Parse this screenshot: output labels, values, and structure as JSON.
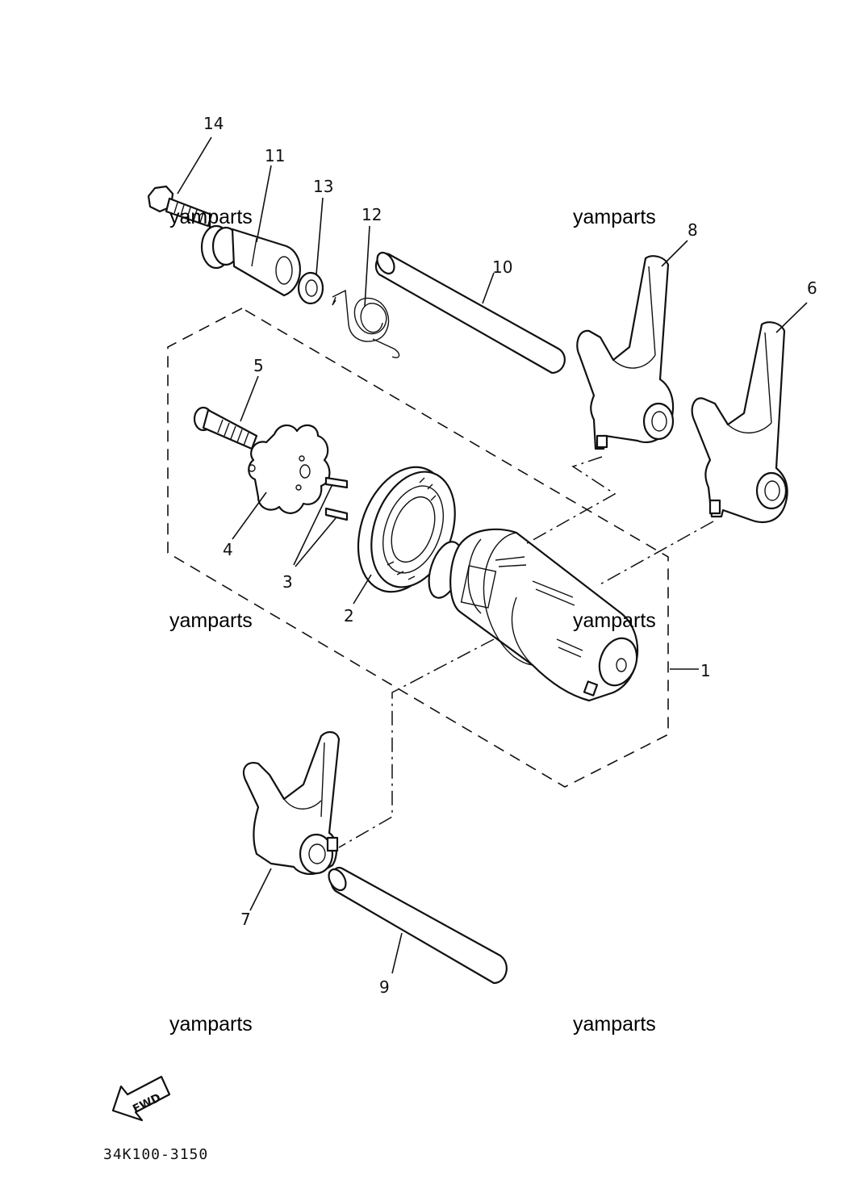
{
  "callouts": {
    "c1": "1",
    "c2": "2",
    "c3": "3",
    "c4": "4",
    "c5": "5",
    "c6": "6",
    "c7": "7",
    "c8": "8",
    "c9": "9",
    "c10": "10",
    "c11": "11",
    "c12": "12",
    "c13": "13",
    "c14": "14"
  },
  "watermarks": {
    "w1": "yamparts",
    "w2": "yamparts",
    "w3": "yamparts",
    "w4": "yamparts",
    "w5": "yamparts",
    "w6": "yamparts"
  },
  "fwd_label": "FWD",
  "diagram_code": "34K100-3150",
  "icons": {
    "direction": "fwd-arrow-icon"
  }
}
